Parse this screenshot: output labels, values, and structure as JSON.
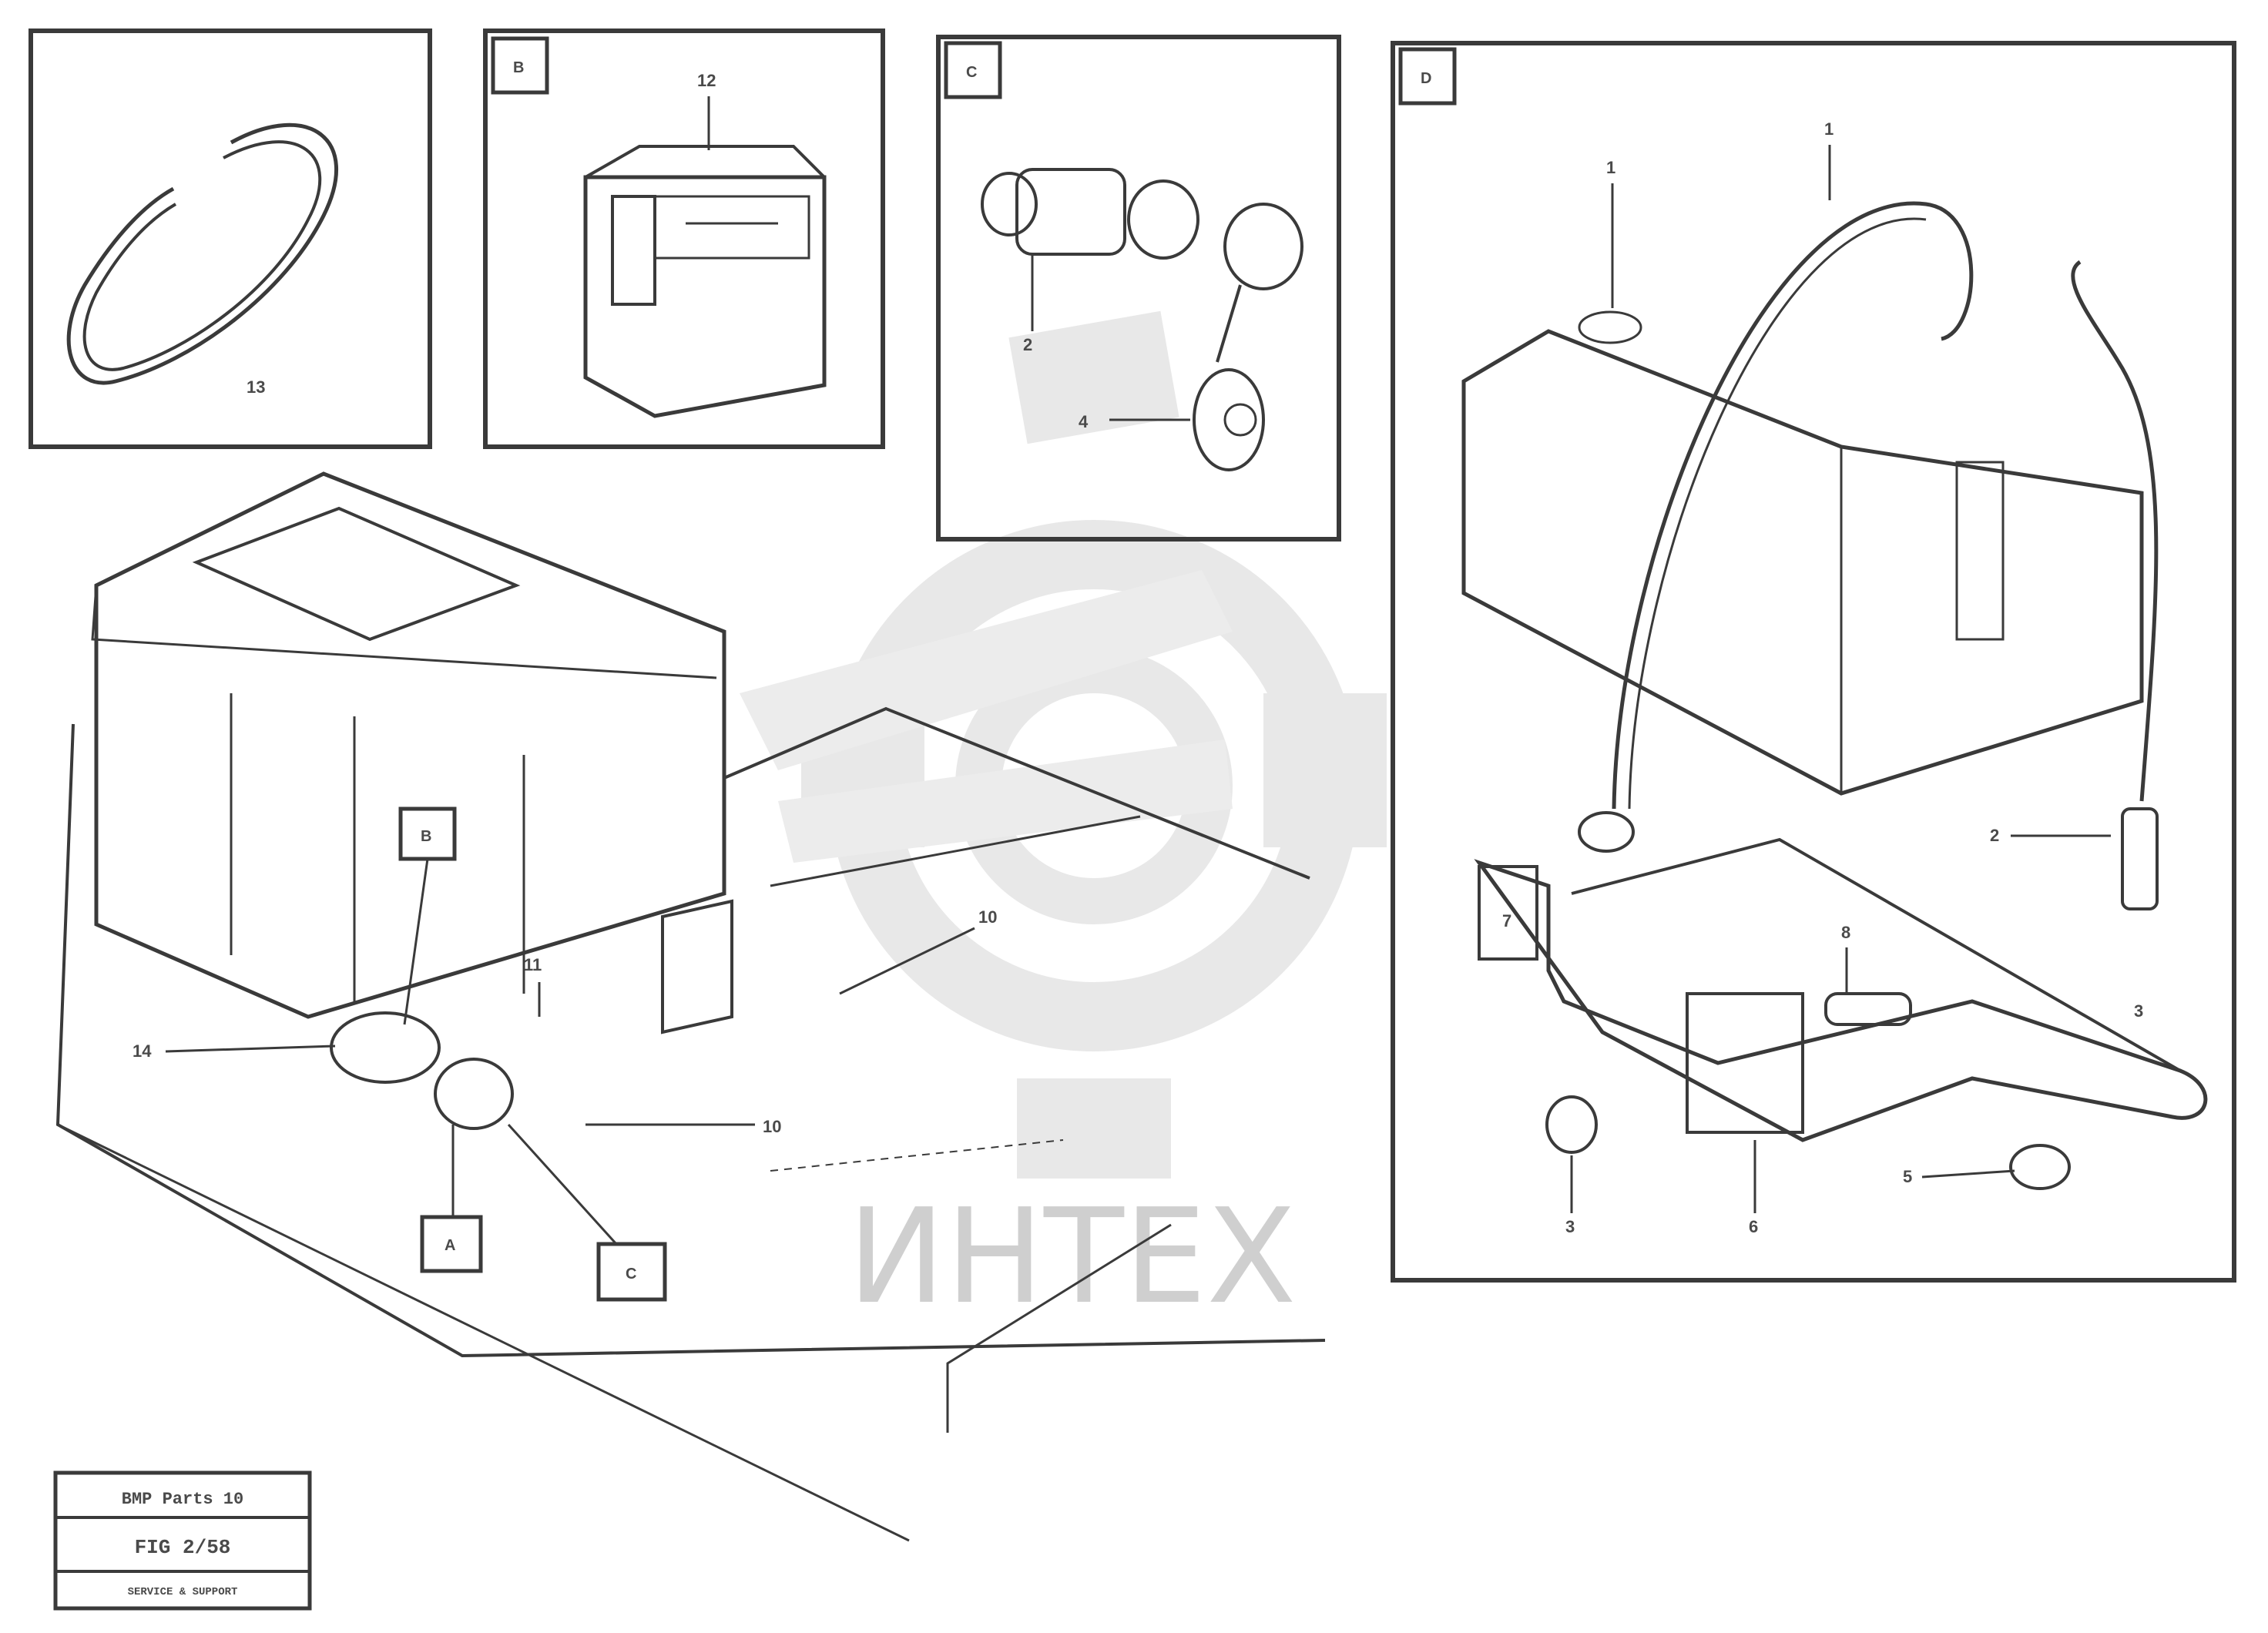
{
  "diagram": {
    "watermark_text": "ИНТЕХ",
    "stamp": {
      "line1": "ВМР Parts 10",
      "line2": "FIG 2/58",
      "line3": "SERVICE & SUPPORT"
    },
    "panels": {
      "ring": {
        "part": "13"
      },
      "b": {
        "letter": "B",
        "part": "12"
      },
      "c": {
        "letter": "C",
        "parts": [
          "2",
          "4"
        ]
      },
      "d": {
        "letter": "D",
        "parts": [
          "1",
          "1",
          "2",
          "7",
          "8",
          "5",
          "6",
          "3",
          "3"
        ]
      }
    },
    "main": {
      "box_markers": [
        "B",
        "A",
        "C"
      ],
      "callouts": [
        "14",
        "11",
        "10",
        "10"
      ]
    }
  }
}
